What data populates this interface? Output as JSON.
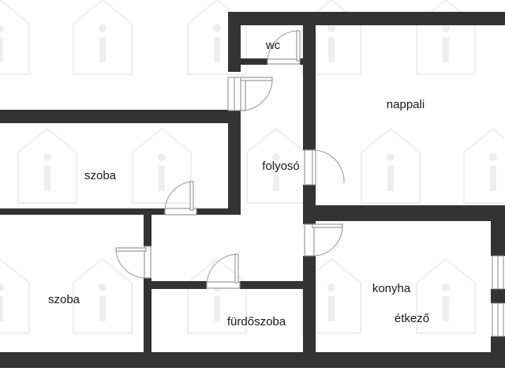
{
  "rooms": {
    "wc": "wc",
    "nappali": "nappali",
    "szoba_upper": "szoba",
    "folyoso": "folyosó",
    "szoba_lower": "szoba",
    "konyha": "konyha",
    "furdoszoba": "fürdőszoba",
    "etkezo": "étkező"
  },
  "colors": {
    "wall": "#333333",
    "background": "#ffffff",
    "watermark": "#eeeeee"
  },
  "icons": [
    "house-info-watermark-icon"
  ]
}
